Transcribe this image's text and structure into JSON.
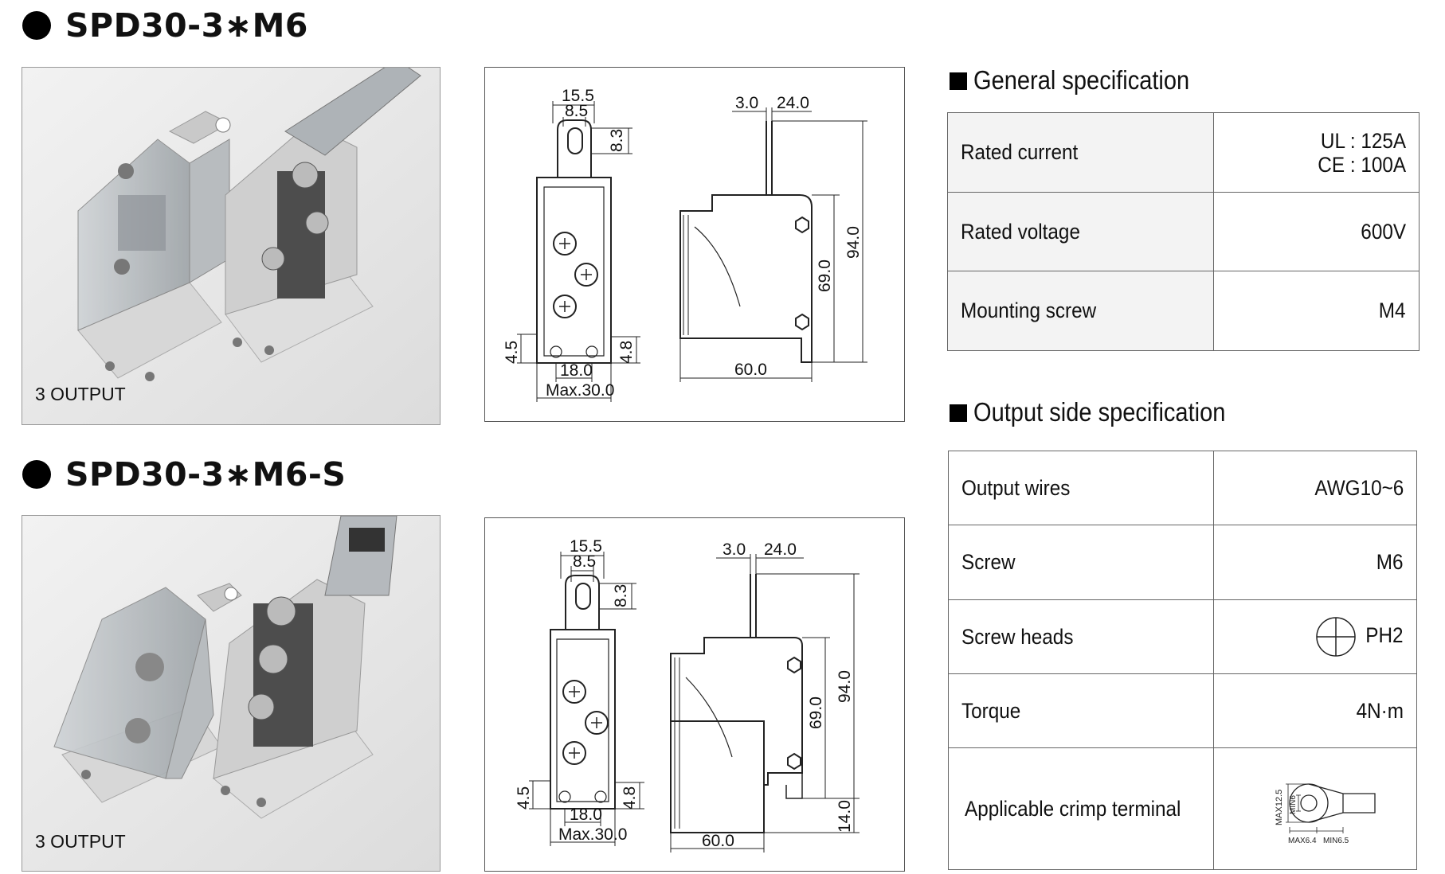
{
  "products": [
    {
      "title": "SPD30-3∗M6",
      "photo_label": "3 OUTPUT",
      "drawing_dims": {
        "top_outer": "15.5",
        "top_inner": "8.5",
        "hole": "8.3",
        "left_h": "4.5",
        "right_h": "4.8",
        "bottom_inner": "18.0",
        "bottom_outer": "Max.30.0",
        "side_t": "3.0",
        "side_w": "24.0",
        "side_h1": "69.0",
        "side_h2": "94.0",
        "side_len": "60.0"
      }
    },
    {
      "title": "SPD30-3∗M6-S",
      "photo_label": "3 OUTPUT",
      "drawing_dims": {
        "top_outer": "15.5",
        "top_inner": "8.5",
        "hole": "8.3",
        "left_h": "4.5",
        "right_h": "4.8",
        "bottom_inner": "18.0",
        "bottom_outer": "Max.30.0",
        "side_t": "3.0",
        "side_w": "24.0",
        "side_h1": "69.0",
        "side_h2": "94.0",
        "side_len": "60.0",
        "side_foot": "14.0"
      }
    }
  ],
  "general_spec": {
    "title": "General specification",
    "rows": [
      {
        "label": "Rated current",
        "value_line1": "UL : 125A",
        "value_line2": "CE : 100A"
      },
      {
        "label": "Rated voltage",
        "value": "600V"
      },
      {
        "label": "Mounting screw",
        "value": "M4"
      }
    ]
  },
  "output_spec": {
    "title": "Output side specification",
    "rows": [
      {
        "label": "Output wires",
        "value": "AWG10~6"
      },
      {
        "label": "Screw",
        "value": "M6"
      },
      {
        "label": "Screw heads",
        "value": "PH2",
        "icon": "phillips-head-icon"
      },
      {
        "label": "Torque",
        "value": "4N·m"
      },
      {
        "label": "Applicable crimp terminal",
        "diagram": "crimp-terminal-icon",
        "diagram_labels": {
          "max_h": "MAX12.5",
          "min_h": "MIN6",
          "max_w": "MAX6.4",
          "min_w": "MIN6.5"
        }
      }
    ]
  }
}
